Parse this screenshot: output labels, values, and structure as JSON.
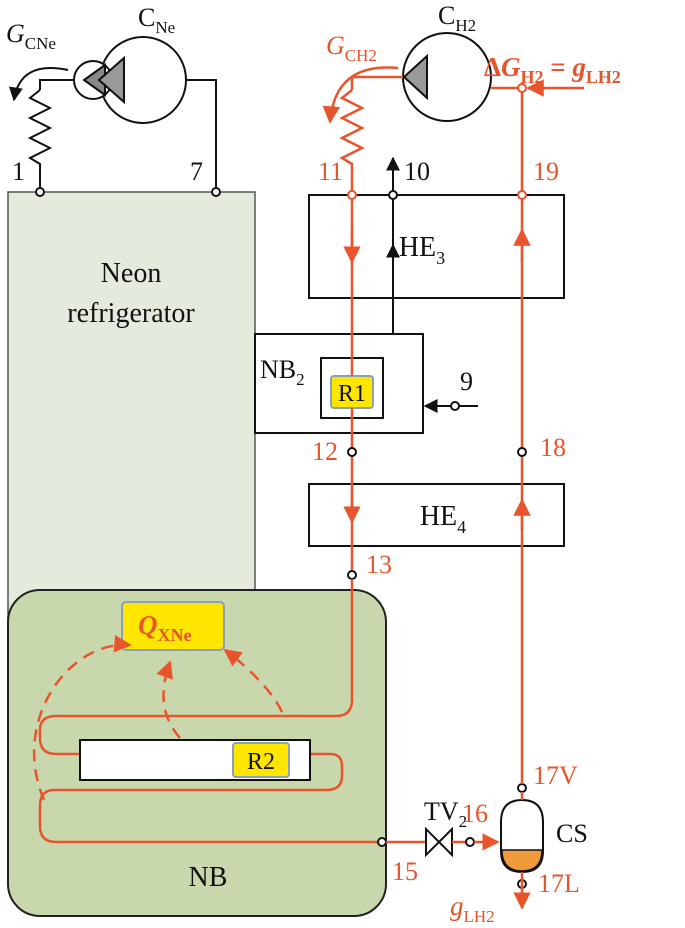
{
  "colors": {
    "hydrogen_line": "#e8542b",
    "neon_refrigerator_fill": "#e4ebdc",
    "nb_fill": "#c9d8ac",
    "highlight_label": "#ffe600",
    "liquid_level": "#f09a3c"
  },
  "neon_compressor": {
    "flow_label": "G",
    "flow_sub": "CNe",
    "name": "C",
    "name_sub": "Ne",
    "point_1": "1",
    "point_7": "7"
  },
  "hydrogen_compressor": {
    "flow_label": "G",
    "flow_sub": "CH2",
    "name": "C",
    "name_sub": "H2",
    "makeup_delta": "Δ",
    "makeup_g": "G",
    "makeup_sub": "H2",
    "makeup_eq": " = ",
    "makeup_g2": "g",
    "makeup_sub2": "LH2"
  },
  "neon_refrigerator": {
    "line1": "Neon",
    "line2": "refrigerator"
  },
  "heat_exchangers": {
    "he3_main": "HE",
    "he3_sub": "3",
    "he4_main": "HE",
    "he4_sub": "4"
  },
  "nb2": {
    "main": "NB",
    "sub": "2",
    "r1": "R1"
  },
  "nb": {
    "label": "NB",
    "q_main": "Q",
    "q_sub": "XNe",
    "r2": "R2"
  },
  "valve": {
    "main": "TV",
    "sub": "2"
  },
  "separator": {
    "label": "CS"
  },
  "product": {
    "main": "g",
    "sub": "LH2"
  },
  "points": {
    "p9": "9",
    "p10": "10",
    "p11": "11",
    "p12": "12",
    "p13": "13",
    "p15": "15",
    "p16": "16",
    "p17V": "17V",
    "p17L": "17L",
    "p18": "18",
    "p19": "19"
  }
}
